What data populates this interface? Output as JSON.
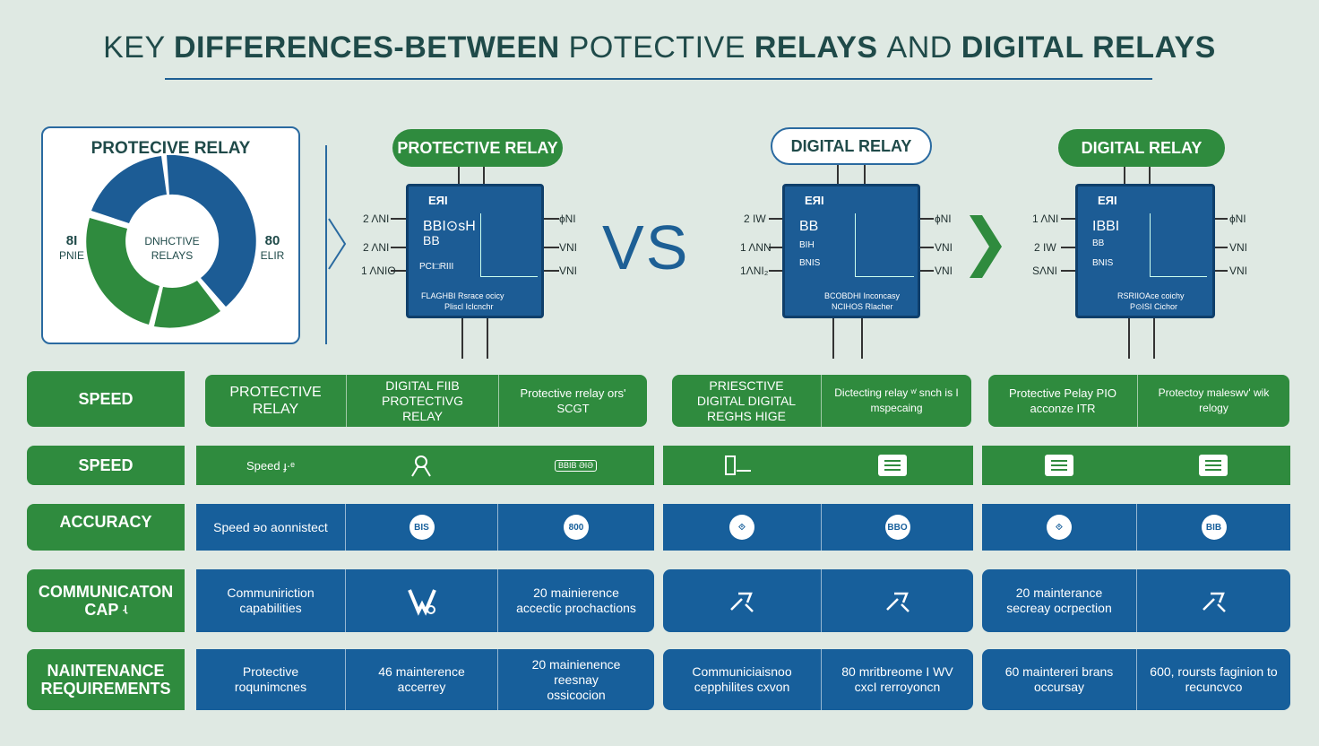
{
  "title": {
    "part1": "KEY ",
    "part2": "DIFFERENCES-BETWEEN ",
    "part3": "PΟTECTIVE ",
    "part4": "RELAYS ",
    "part5": "AND ",
    "part6": "DIGITAL RELAYS"
  },
  "donut": {
    "title": "PROTECIVE RELAY",
    "center_line1": "DNHCTIVE",
    "center_line2": "RELAYS",
    "left_num": "8I",
    "left_sub": "PNIE",
    "right_num": "80",
    "right_sub": "ELIR",
    "colors": {
      "blue": "#1c5c95",
      "green": "#2f8b3e"
    }
  },
  "pills": {
    "protective": "PROTECTIVE RELAY",
    "digital_white": "DIGITAL RELAY",
    "digital_green": "DIGITAL RELAY"
  },
  "vs": "VS",
  "relays": [
    {
      "logo": "ЕЯI",
      "display": "BBI⊙sH",
      "display2": "BB",
      "sub": "PCI□RIII",
      "bottom1": "FLAGHBI Rsrace ocicy",
      "bottom2": "Pliscl Iclcnchr",
      "pins_left": [
        "2 ΛNI",
        "2 ΛNI",
        "1 ΛNIO"
      ],
      "pins_right": [
        "ɸNI",
        "VNI",
        "VNI"
      ]
    },
    {
      "logo": "ЕЯI",
      "display": "BB",
      "display2": "BIH",
      "sub": "BNIS",
      "bottom1": "BCOBDHI Inconcasy",
      "bottom2": "NCIHOS Rlacher",
      "pins_left": [
        "2 IW",
        "1 ΛNN",
        "1ΛNI₂"
      ],
      "pins_right": [
        "ɸNI",
        "VNI",
        "VNI"
      ]
    },
    {
      "logo": "ЕЯI",
      "display": "IBBI",
      "display2": "BB",
      "sub": "BNIS",
      "bottom1": "RSRIIOAce coichy",
      "bottom2": "P⊙ISI Cichor",
      "pins_left": [
        "1 ΛNI",
        "2 IW",
        "SΛNI"
      ],
      "pins_right": [
        "ɸNI",
        "VNI",
        "VNI"
      ]
    }
  ],
  "table": {
    "row_headers": [
      "SPEED",
      "SPEED",
      "ACCURACY",
      "COMMUNICATON CAP ʵ",
      "NAINTENANCE REQUIREMENTS"
    ],
    "row1": {
      "g1": [
        "PROTECTIVE RELAY",
        "DIGITAL FIIB PROTECTIVG RELAY",
        "Protective rrelay ors' SCGT"
      ],
      "g2": [
        "PRIESCTIVE DIGITAL DIGITAL REGHS HIGE",
        "Dictecting relay ʷ͑ snch is I mspecaing"
      ],
      "g3": [
        "Protective Pelay PIO acconze ITR",
        "Protectoy maleswv' wik relogy"
      ]
    },
    "row2": {
      "label": "Speed ɟ·ᵉ",
      "icons": [
        "gear-hand",
        "doc",
        "rack",
        "doc",
        "doc",
        "doc"
      ],
      "codes": [
        "",
        "BBIB ƏIƏ"
      ]
    },
    "row3": {
      "label": "Speed ǝo aonnistect",
      "icons": [
        "BIS",
        "800",
        "⟐",
        "BBO",
        "⟐",
        "BIB"
      ]
    },
    "row4": {
      "label": "Communiriction capabilities",
      "text_a": "20 mainierence accectic prochactions",
      "text_b": "20 mainterance secreay ocrpection"
    },
    "row5": {
      "cells": [
        "Protective roqunimcnes",
        "46 mainterence accerrey",
        "20 mainienence reesnay ossicocion",
        "Communiciaisnoo cepphilites cxvon",
        "80 mritbreome I WV cxcI rerroyoncn",
        "60 maintereri brans occursay",
        "600, roursts faginion to recuncvco"
      ]
    }
  }
}
